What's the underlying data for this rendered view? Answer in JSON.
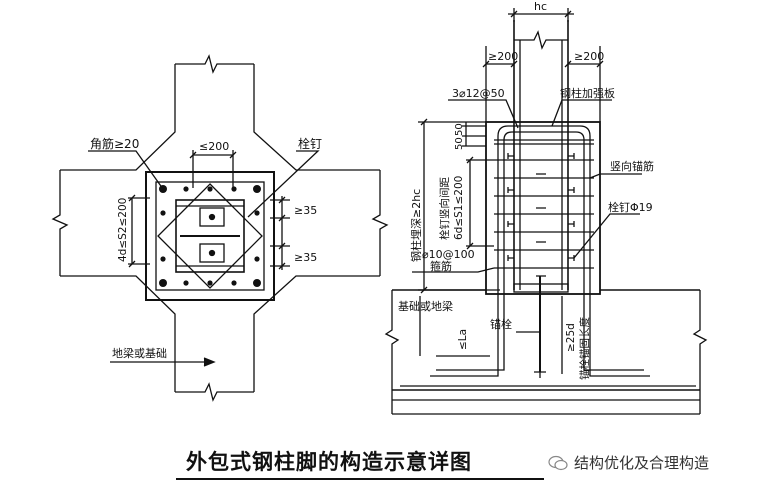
{
  "title": "外包式钢柱脚的构造示意详图",
  "watermark": "结构优化及合理构造",
  "plan": {
    "corner_bar": "角筋≥20",
    "stud": "栓钉",
    "spacing_top": "≤200",
    "s2": "4d≤S2≤200",
    "gap1": "≥35",
    "gap2": "≥35",
    "foundation": "地梁或基础"
  },
  "section": {
    "hc": "hc",
    "g200_left": "≥200",
    "g200_right": "≥200",
    "top_bars": "3⌀12@50",
    "stiffener": "钢柱加强板",
    "d50_1": "50",
    "d50_2": "50",
    "embed": "钢柱埋深≥2hc",
    "stud_spacing_1": "栓钉竖向间距",
    "stud_spacing_2": "6d≤S1≤200",
    "vertical_bar": "竖向锚筋",
    "stud_dia": "栓钉Φ19",
    "stirrup_spec": "⌀10@100",
    "stirrup": "箍筋",
    "foundation": "基础或地梁",
    "la": "≤La",
    "anchor": "锚栓",
    "d25": "≥25d",
    "anchor_len": "锚栓锚固长度"
  },
  "colors": {
    "line": "#111111",
    "bg": "#ffffff"
  }
}
